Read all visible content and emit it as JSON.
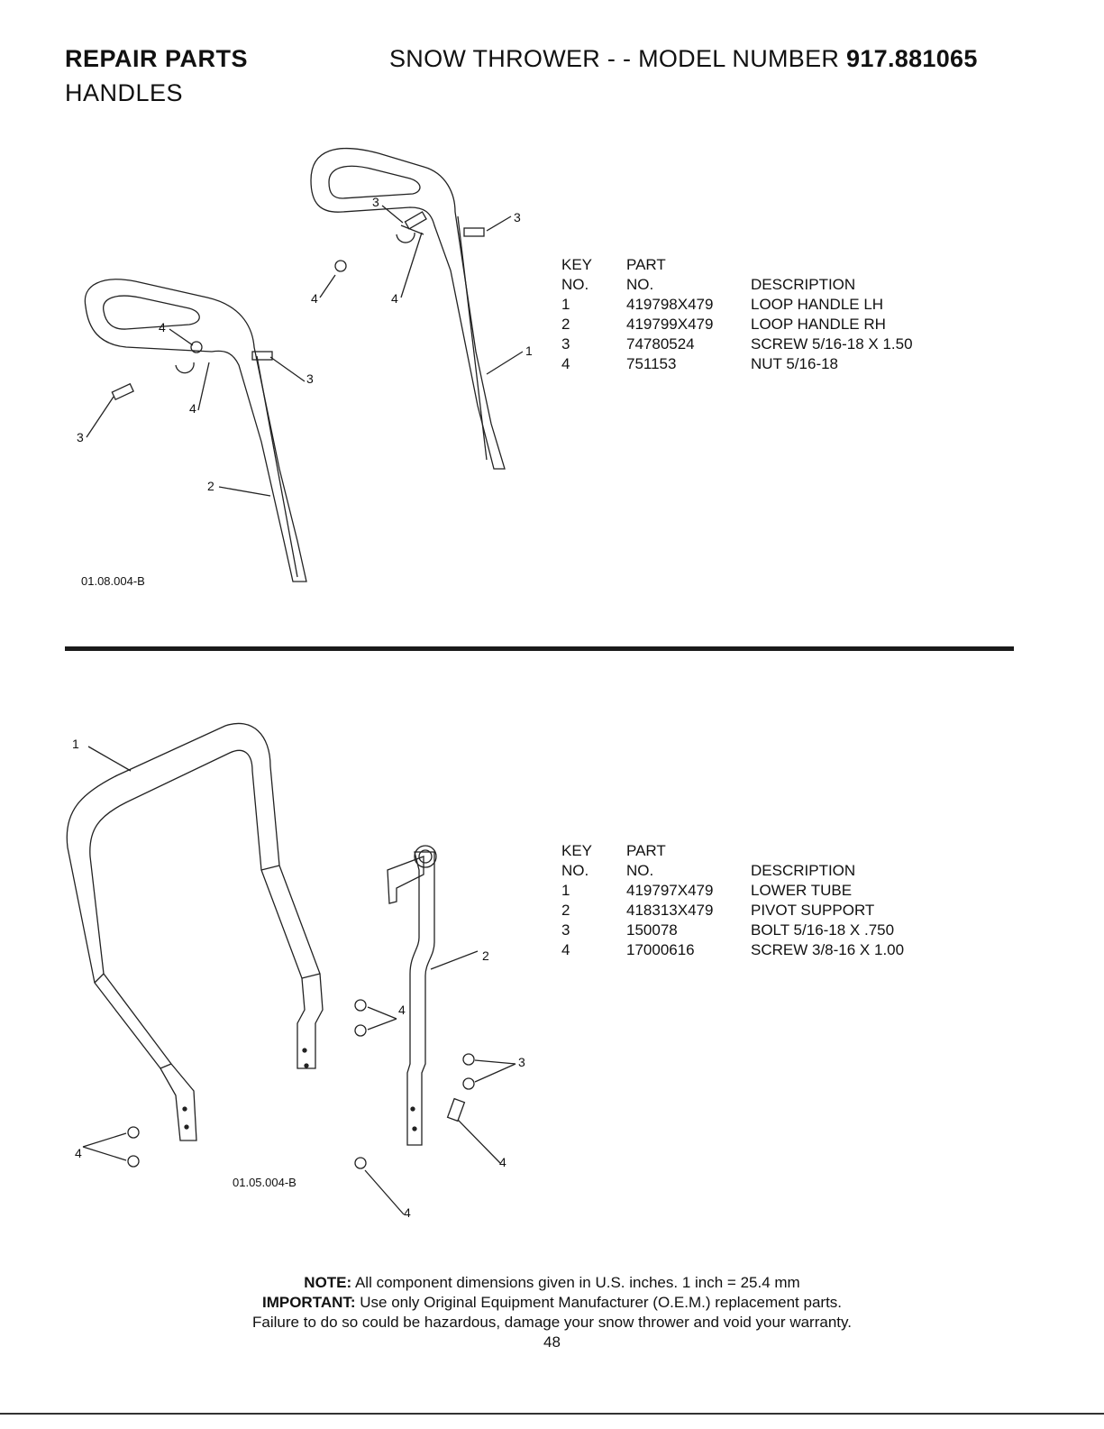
{
  "header": {
    "repair_parts": "REPAIR PARTS",
    "model_prefix": "SNOW THROWER - - MODEL NUMBER ",
    "model_number": "917.881065",
    "section": "HANDLES"
  },
  "figure1": {
    "code": "01.08.004-B",
    "callouts": [
      "3",
      "3",
      "4",
      "4",
      "1",
      "4",
      "3",
      "4",
      "3",
      "2"
    ]
  },
  "figure2": {
    "code": "01.05.004-B",
    "callouts": [
      "1",
      "2",
      "4",
      "3",
      "4",
      "4",
      "4"
    ]
  },
  "table1": {
    "head_key_1": "KEY",
    "head_key_2": "NO.",
    "head_part_1": "PART",
    "head_part_2": "NO.",
    "head_desc": "DESCRIPTION",
    "rows": [
      {
        "key": "1",
        "part": "419798X479",
        "desc": "LOOP HANDLE LH"
      },
      {
        "key": "2",
        "part": "419799X479",
        "desc": "LOOP HANDLE RH"
      },
      {
        "key": "3",
        "part": "74780524",
        "desc": "SCREW 5/16-18 X 1.50"
      },
      {
        "key": "4",
        "part": "751153",
        "desc": "NUT 5/16-18"
      }
    ]
  },
  "table2": {
    "head_key_1": "KEY",
    "head_key_2": "NO.",
    "head_part_1": "PART",
    "head_part_2": "NO.",
    "head_desc": "DESCRIPTION",
    "rows": [
      {
        "key": "1",
        "part": "419797X479",
        "desc": "LOWER TUBE"
      },
      {
        "key": "2",
        "part": "418313X479",
        "desc": "PIVOT SUPPORT"
      },
      {
        "key": "3",
        "part": "150078",
        "desc": "BOLT 5/16-18 X .750"
      },
      {
        "key": "4",
        "part": "17000616",
        "desc": "SCREW 3/8-16 X 1.00"
      }
    ]
  },
  "notes": {
    "note_label": "NOTE:",
    "note_text": " All component dimensions given in U.S. inches.    1 inch = 25.4 mm",
    "important_label": "IMPORTANT:",
    "important_text": " Use only Original Equipment Manufacturer (O.E.M.) replacement parts.",
    "warning_text": "Failure to do so could be hazardous, damage your snow thrower and void your warranty."
  },
  "page_number": "48"
}
